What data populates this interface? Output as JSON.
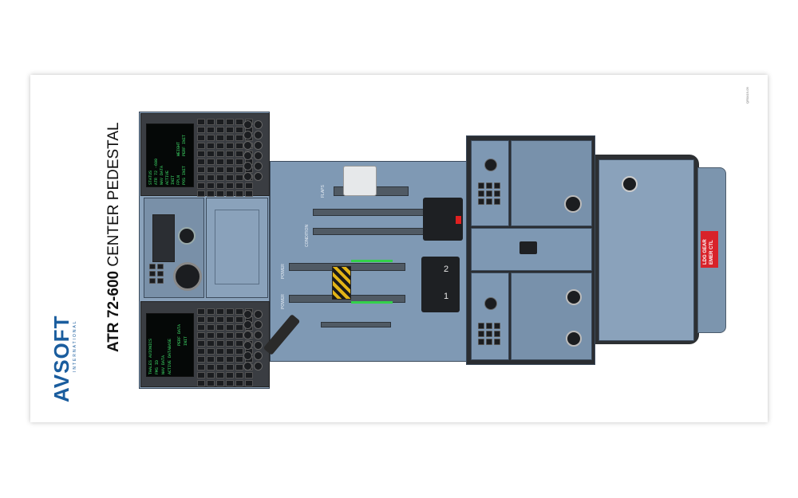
{
  "title": {
    "bold": "ATR 72-600",
    "rest": " CENTER PEDESTAL"
  },
  "logo": {
    "main": "AVSOFT",
    "sub": "INTERNATIONAL"
  },
  "ref_code": "QR0419-09",
  "cdu_top": {
    "lines": [
      "STATUS",
      "ATR 72 -600",
      "NAV DATA",
      "ACTIVE",
      "INIT",
      "WEIGHT",
      "PERF INIT",
      "FPLN",
      "POS INIT"
    ]
  },
  "cdu_bottom": {
    "lines": [
      "THALES AVIONICS",
      "FMS ID",
      "NAV DATA",
      "ACTIVE DATABASE",
      "PERF DATA",
      "INIT"
    ]
  },
  "labels": {
    "flaps": "FLAPS",
    "condition": "CONDITION",
    "power": "POWER",
    "eng1": "1",
    "eng2": "2",
    "gear_line1": "LDG GEAR",
    "gear_line2": "EMER CTL"
  },
  "colors": {
    "panel": "#7d97b2",
    "panel_dark": "#2a2d31",
    "screen_text": "#3fe06a",
    "gear_placard": "#d8232a",
    "brand": "#1a5d9e"
  }
}
